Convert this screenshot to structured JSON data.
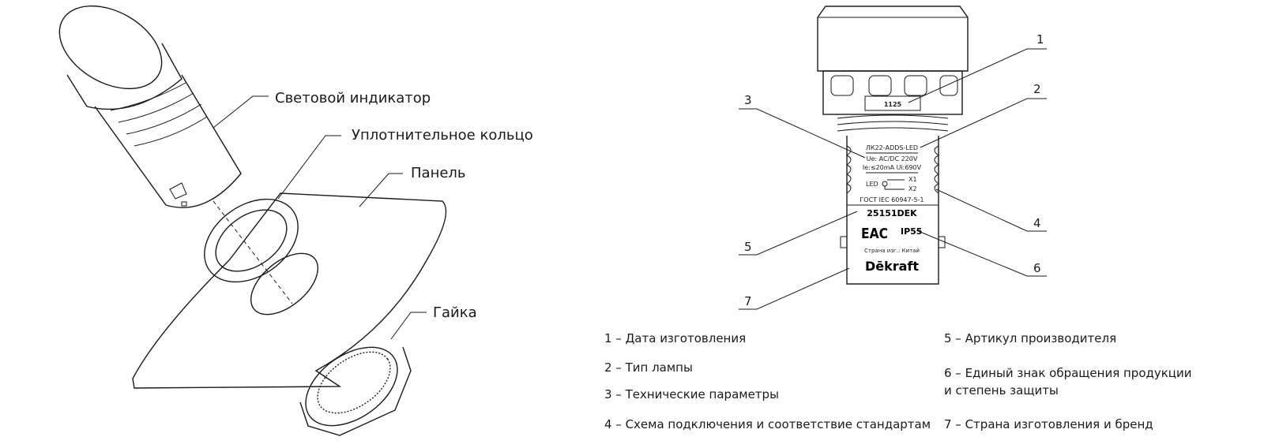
{
  "callouts": {
    "indicator": "Световой индикатор",
    "seal": "Уплотнительное кольцо",
    "panel": "Панель",
    "nut": "Гайка"
  },
  "device": {
    "date_code": "1125",
    "lamp_type": "ЛК22-ADDS-LED",
    "params_line1": "Ue: AC/DC 220V",
    "params_line2": "Ie:≤20mA Ui:690V",
    "led_label": "LED",
    "x1": "X1",
    "x2": "X2",
    "standard": "ГОСТ IEC 60947-5-1",
    "article": "25151DEK",
    "eac_logo": "EAC",
    "ip": "IP55",
    "country": "Страна изг.: Китай",
    "brand": "Dēkraft"
  },
  "markers": [
    "1",
    "2",
    "3",
    "4",
    "5",
    "6",
    "7"
  ],
  "legend": [
    "1 – Дата изготовления",
    "2 – Тип лампы",
    "3 – Технические параметры",
    "4 – Схема подключения и соответствие стандартам",
    "5 – Артикул производителя",
    "6 – Единый знак обращения продукции и степень защиты",
    "7 – Страна изготовления и бренд"
  ]
}
